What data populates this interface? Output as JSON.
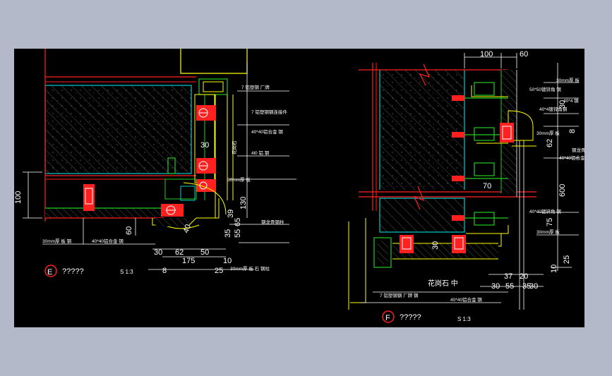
{
  "colors": {
    "background": "#b4b9c9",
    "viewport": "#000000",
    "wall_line": "#00cccc",
    "dimension": "#ffffff",
    "red": "#ff2020",
    "yellow": "#ffff00",
    "green": "#22cc22",
    "hatch": "#3a3a3a"
  },
  "detail_e": {
    "marker": "E",
    "title": "?????",
    "scale": "S 1:3",
    "callouts": [
      "7 铝塑钢 厂牌",
      "7 铝塑钢钢连接件",
      "40*40铝合金 钢",
      "4l0 铝 钢",
      "30mm厚 板",
      "花岗石",
      "30mm厚 板 石 钢柱",
      "钢龙骨钢柱"
    ],
    "dims_text": [
      "100",
      "30",
      "60",
      "30",
      "62",
      "50",
      "175",
      "10",
      "8",
      "25",
      "39",
      "65",
      "55",
      "35",
      "130",
      "40"
    ],
    "bottom_labels": [
      "30mm厚 板 钢",
      "40*40铝合金 钢"
    ]
  },
  "detail_f": {
    "marker": "F",
    "title": "?????",
    "scale": "S 1:3",
    "top_dims": [
      "100",
      "60"
    ],
    "callouts": [
      "30mm厚 板",
      "50*50镀锌角 钢",
      "40*4 钢",
      "40*4镀锌角钢",
      "30mm厚 板",
      "钢龙骨钢",
      "40*40铝合金 钢",
      "40*40镀锌角 钢",
      "30mm厚 板"
    ],
    "dims_text": [
      "30",
      "8",
      "62",
      "600",
      "70",
      "75",
      "25",
      "10",
      "30",
      "37",
      "20",
      "30",
      "55",
      "35",
      "30"
    ],
    "bottom_labels": [
      "7 铝塑钢钢 厂牌 钢",
      "40*40铝合金 钢"
    ],
    "granite_label": "花岗石 中"
  }
}
